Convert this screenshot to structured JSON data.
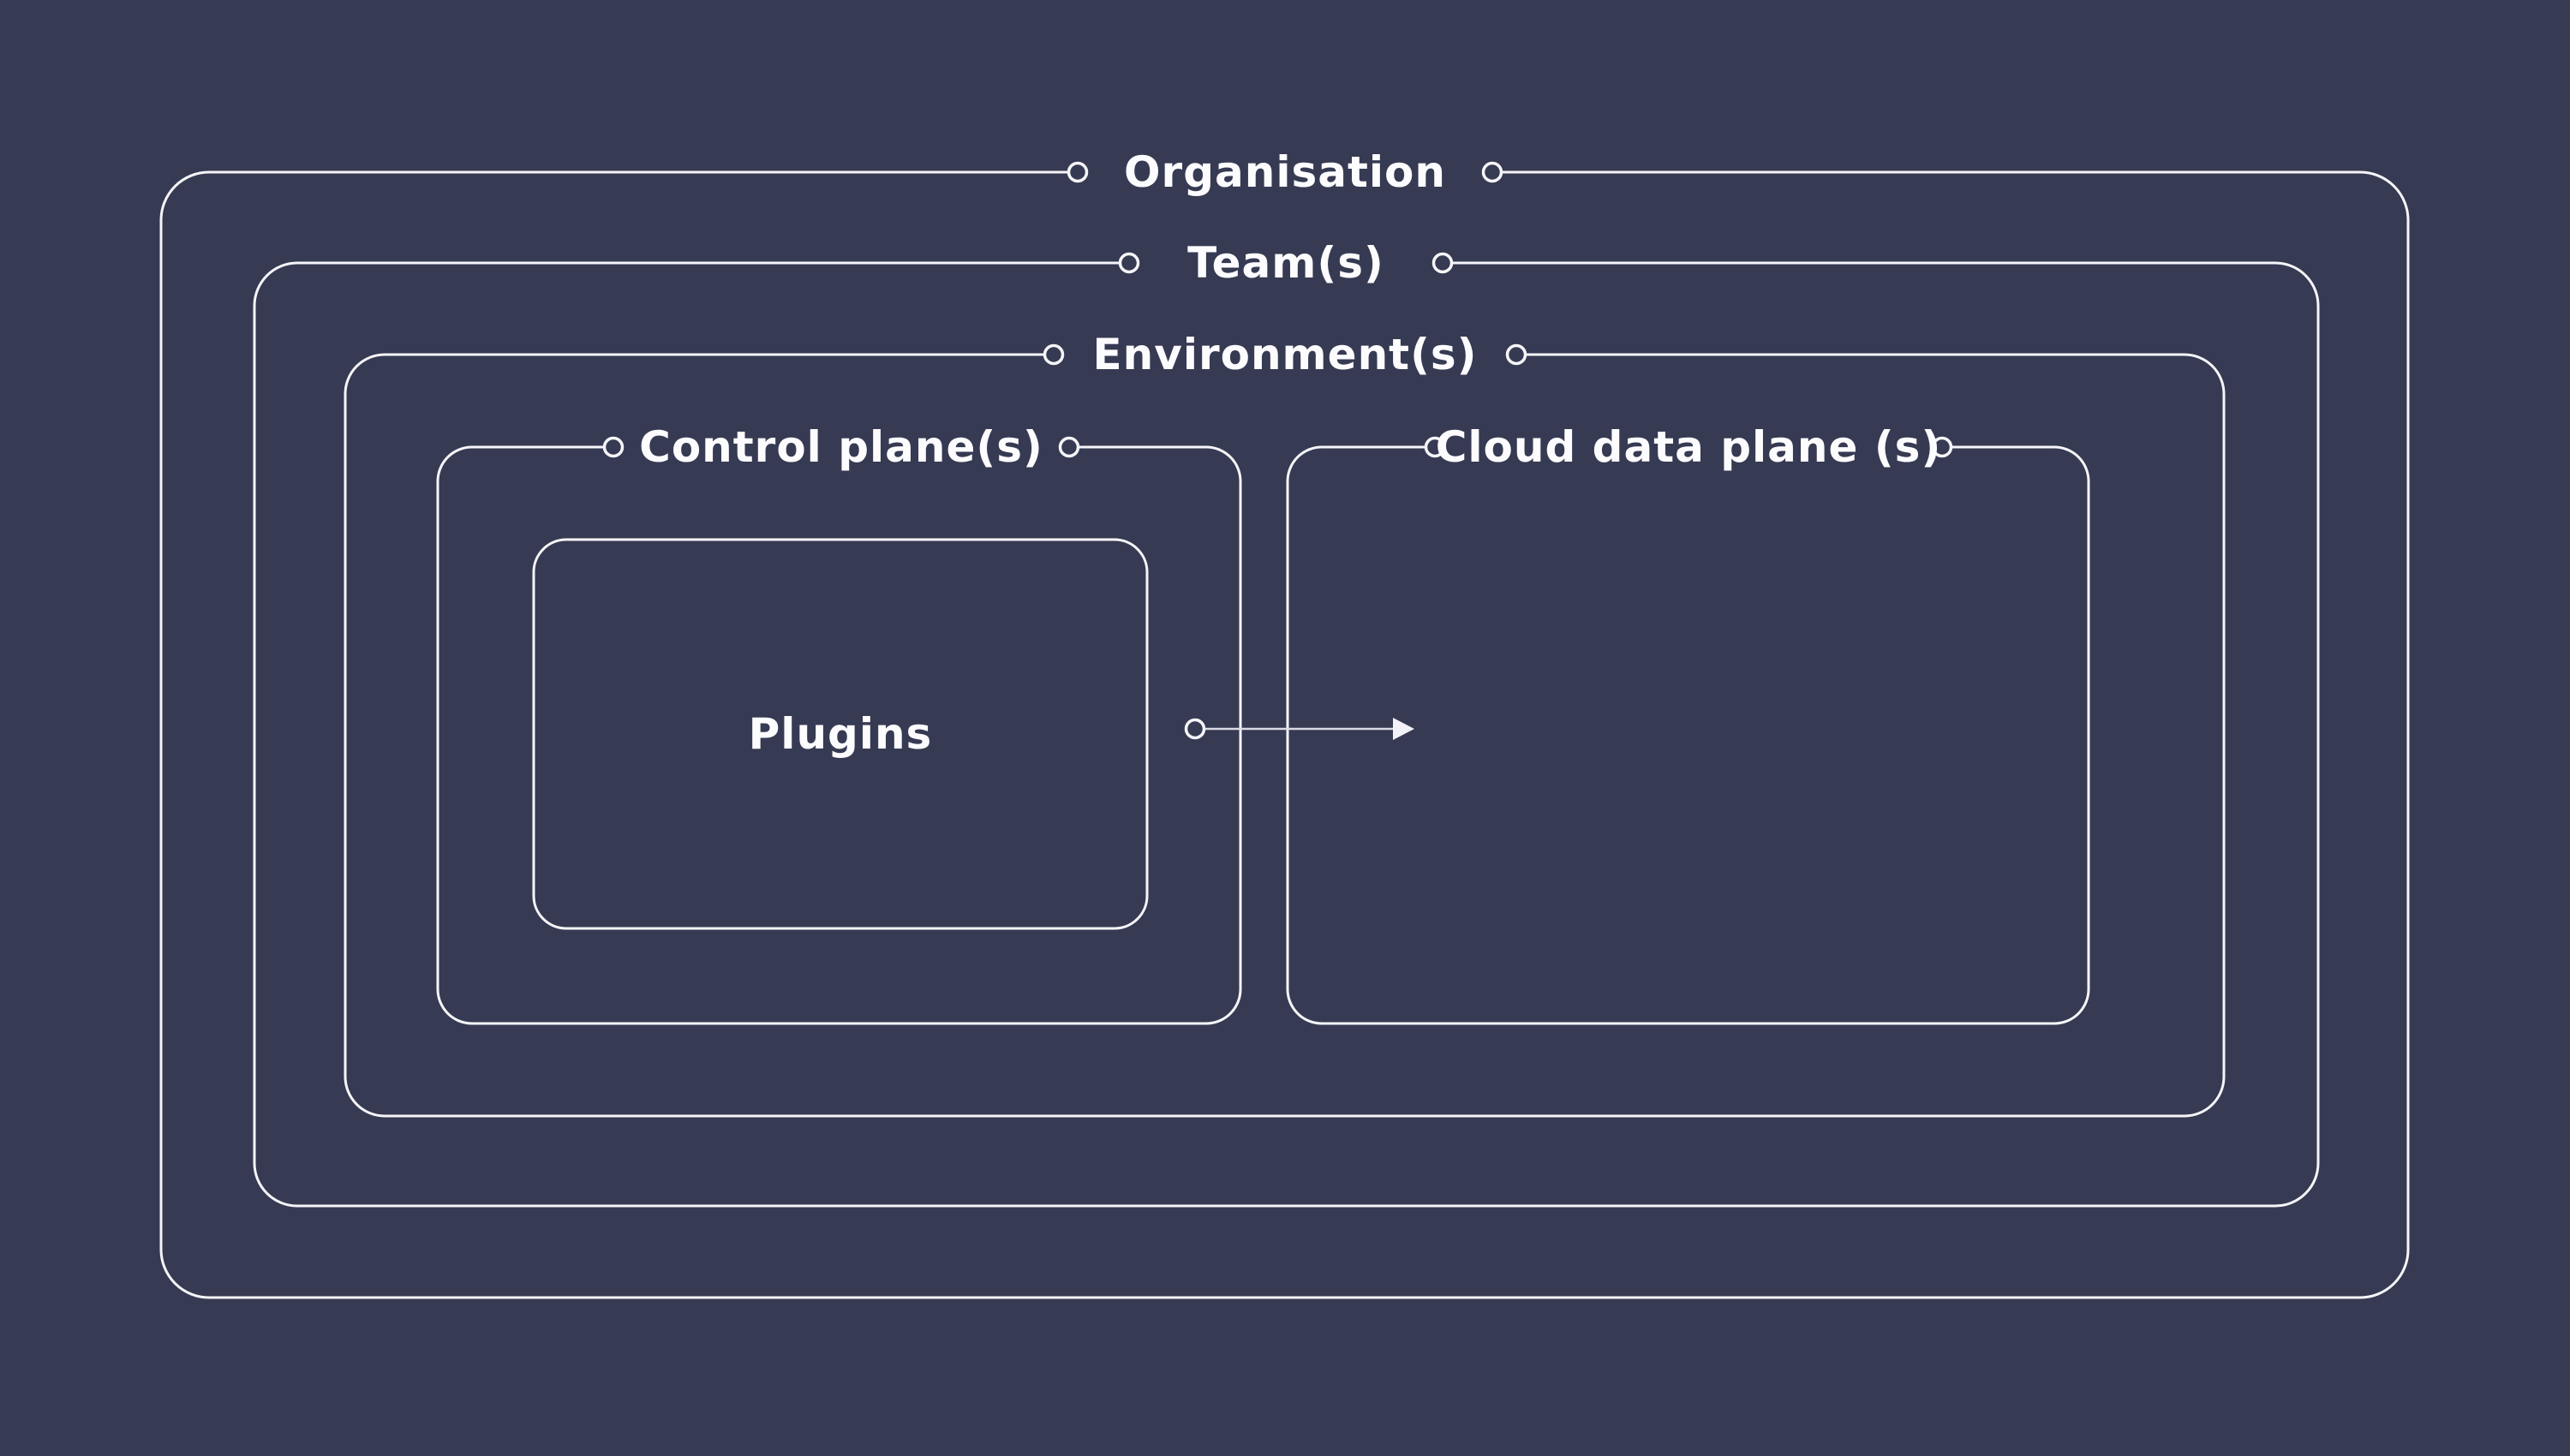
{
  "colors": {
    "background": "#363a52",
    "line": "#f5f5f9",
    "text": "#fcfcfe",
    "arrow": "#d9dae3"
  },
  "diagram": {
    "layers": [
      {
        "label": "Organisation"
      },
      {
        "label": "Team(s)"
      },
      {
        "label": "Environment(s)"
      }
    ],
    "boxes": {
      "control_plane": {
        "label": "Control plane(s)"
      },
      "cloud_data_plane": {
        "label": "Cloud data plane (s)"
      },
      "plugins": {
        "label": "Plugins"
      }
    }
  }
}
